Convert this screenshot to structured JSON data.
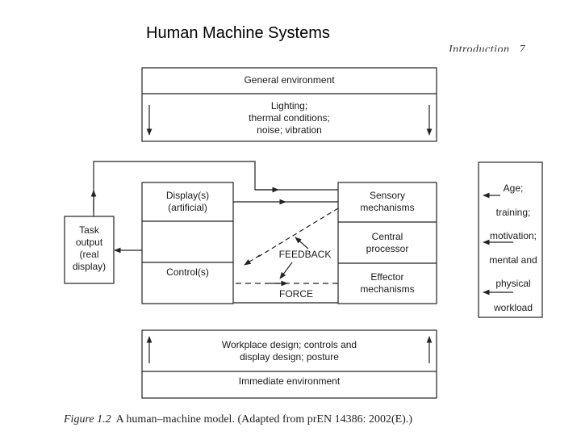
{
  "page_title": "Human Machine Systems",
  "running_head": {
    "text": "Introduction",
    "page": "7"
  },
  "diagram": {
    "general_environment": {
      "title": "General environment",
      "factors": "Lighting;\nthermal conditions;\nnoise; vibration"
    },
    "human_factors": "Age;\ntraining;\nmotivation;\nmental and\nphysical\nworkload",
    "task_output": "Task\noutput\n(real\ndisplay)",
    "machine": {
      "displays": "Display(s)\n(artificial)",
      "controls": "Control(s)"
    },
    "human": {
      "sensory": "Sensory\nmechanisms",
      "central": "Central\nprocessor",
      "effector": "Effector\nmechanisms"
    },
    "feedback_label": "FEEDBACK",
    "force_label": "FORCE",
    "immediate_environment": {
      "title": "Immediate environment",
      "factors": "Workplace design; controls and\ndisplay design; posture"
    }
  },
  "caption": {
    "figure_label": "Figure 1.2",
    "text": "A human–machine model. (Adapted from prEN 14386: 2002(E).)"
  }
}
